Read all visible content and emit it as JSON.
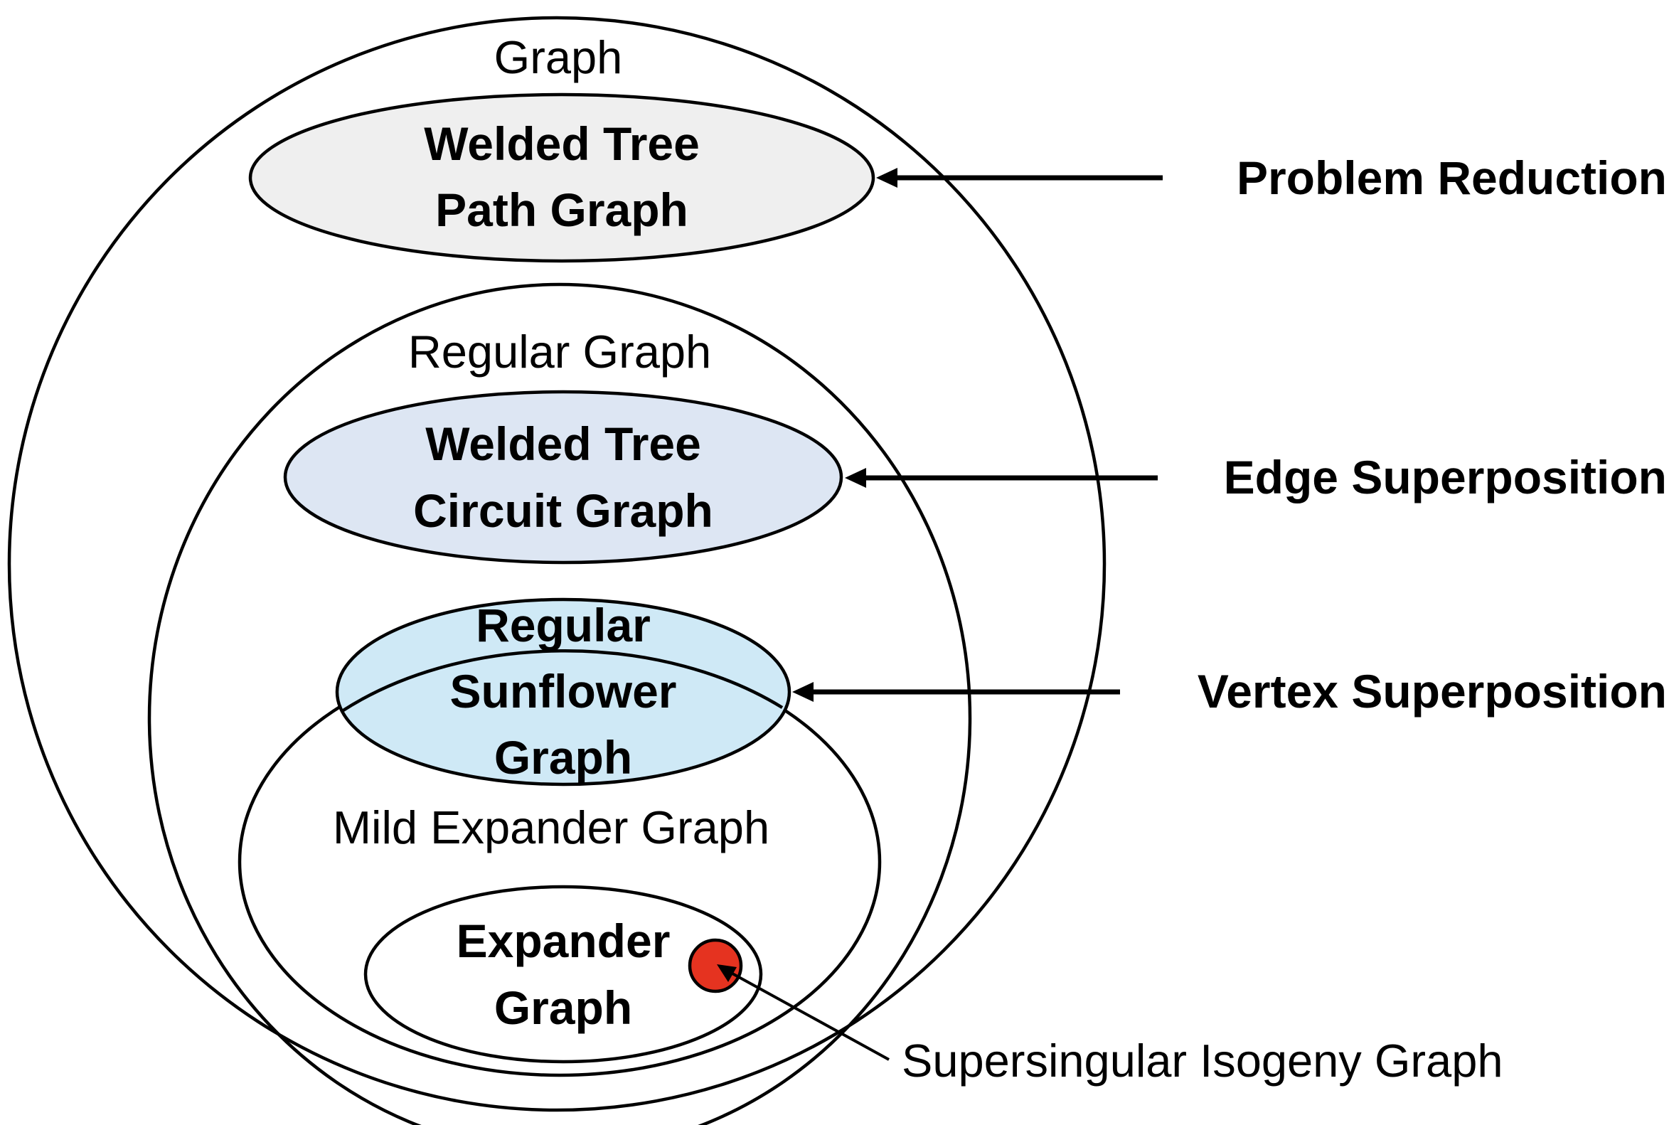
{
  "sets": {
    "graph": {
      "label": "Graph"
    },
    "welded_tree_path": {
      "label_line1": "Welded Tree",
      "label_line2": "Path Graph",
      "fill": "#efefef"
    },
    "regular_graph": {
      "label": "Regular Graph"
    },
    "welded_tree_circuit": {
      "label_line1": "Welded Tree",
      "label_line2": "Circuit Graph",
      "fill": "#dde6f3"
    },
    "regular_sunflower": {
      "label_line1": "Regular",
      "label_line2": "Sunflower",
      "label_line3": "Graph",
      "fill": "#cfe9f6"
    },
    "mild_expander": {
      "label": "Mild Expander Graph"
    },
    "expander": {
      "label_line1": "Expander",
      "label_line2": "Graph"
    },
    "supersingular": {
      "label": "Supersingular Isogeny Graph",
      "fill": "#e53320"
    }
  },
  "annotations": {
    "problem_reduction": "Problem Reduction",
    "edge_superposition": "Edge Superposition",
    "vertex_superposition": "Vertex Superposition"
  }
}
